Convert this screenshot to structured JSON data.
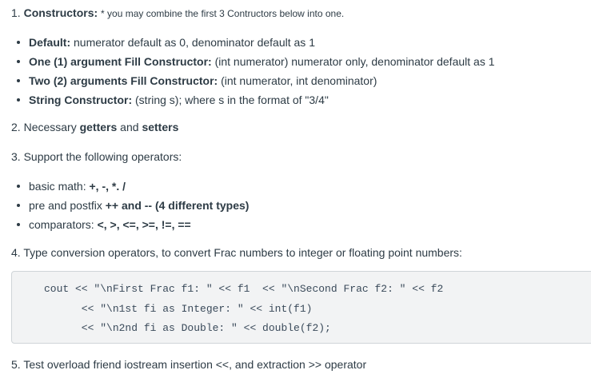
{
  "document": {
    "background_color": "#ffffff",
    "text_color": "#2d3b45",
    "items": {
      "constructors": {
        "number": "1. ",
        "label": "Constructors",
        "colon": ": ",
        "note": "* you may combine the first 3 Contructors below into one.",
        "bullets": [
          {
            "term": "Default",
            "sep": ": ",
            "desc": "numerator default as 0, denominator default as 1"
          },
          {
            "term": "One (1) argument Fill Constructor",
            "sep": ": ",
            "desc": "(int numerator) numerator only, denominator default as 1"
          },
          {
            "term": "Two (2) arguments Fill Constructor",
            "sep": ": ",
            "desc": "(int numerator, int denominator)"
          },
          {
            "term": "String Constructor",
            "sep": ": ",
            "desc": "(string s); where s in the format of \"3/4\""
          }
        ]
      },
      "getters_setters": {
        "number": "2. ",
        "pre": "Necessary ",
        "bold1": "getters",
        "mid": " and ",
        "bold2": "setters"
      },
      "operators": {
        "number": "3. ",
        "text": "Support the following operators:",
        "bullets": [
          {
            "pre": "basic math: ",
            "bold": "+, -, *. /",
            "post": ""
          },
          {
            "pre": "pre and postfix ",
            "bold": "++ and -- (4 different types)",
            "post": ""
          },
          {
            "pre": "comparators: ",
            "bold": "<, >, <=, >=, !=, ==",
            "post": ""
          }
        ]
      },
      "type_conversion": {
        "number": "4. ",
        "text": "Type conversion operators, to convert Frac numbers to integer or floating point numbers:",
        "code": {
          "language": "cpp",
          "background_color": "#f2f3f4",
          "border_color": "#cfd4d8",
          "text_color": "#3a4a5a",
          "lines": [
            "cout << \"\\nFirst Frac f1: \" << f1  << \"\\nSecond Frac f2: \" << f2",
            "      << \"\\n1st fi as Integer: \" << int(f1)",
            "      << \"\\n2nd fi as Double: \" << double(f2);"
          ]
        }
      },
      "iostream": {
        "number": "5. ",
        "text": "Test overload friend iostream insertion <<, and extraction >> operator"
      }
    }
  }
}
